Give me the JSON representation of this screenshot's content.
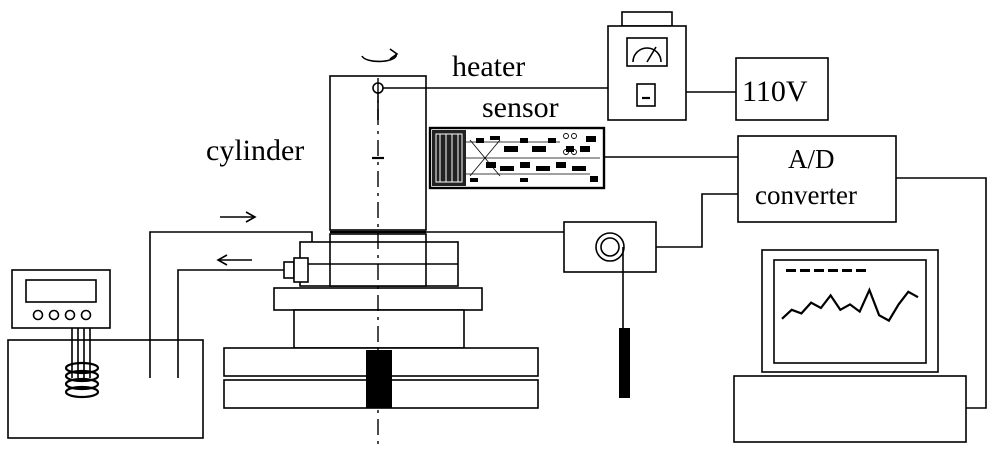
{
  "labels": {
    "heater": "heater",
    "sensor": "sensor",
    "cylinder": "cylinder",
    "voltage": "110V",
    "ad_line1": "A/D",
    "ad_line2": "converter"
  },
  "colors": {
    "stroke": "#000000",
    "background": "#ffffff"
  },
  "monitor_trace": [
    0.2,
    0.45,
    0.35,
    0.65,
    0.5,
    0.85,
    0.45,
    0.6,
    0.4,
    1.0,
    0.3,
    0.15,
    0.6,
    0.95,
    0.8
  ]
}
